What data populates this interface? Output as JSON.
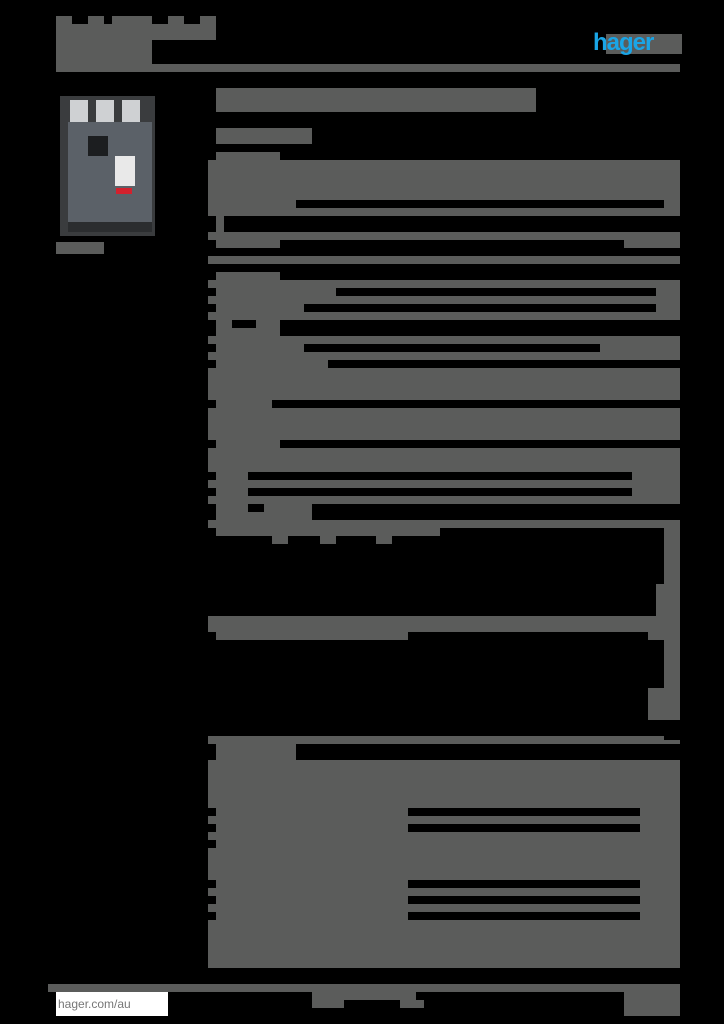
{
  "header": {
    "brand_logo": "hager",
    "brand_color": "#1aa5e6"
  },
  "product": {
    "image_alt": "circuit-breaker-photo"
  },
  "footer": {
    "website": "hager.com/au"
  },
  "colors": {
    "redaction_gray": "#5b5c5b",
    "background": "#000000"
  }
}
